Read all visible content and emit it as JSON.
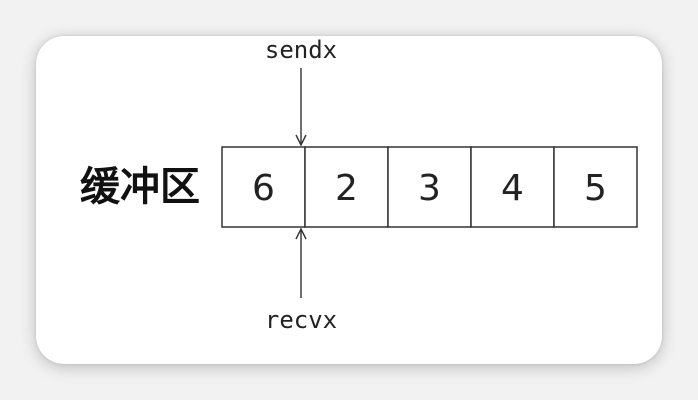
{
  "diagram": {
    "buffer_label": "缓冲区",
    "cells": [
      "6",
      "2",
      "3",
      "4",
      "5"
    ],
    "send_pointer": {
      "label": "sendx",
      "index": 1
    },
    "recv_pointer": {
      "label": "recvx",
      "index": 1
    }
  },
  "colors": {
    "page": "#f2f2f2",
    "card": "#ffffff",
    "stroke": "#333333",
    "text": "#222222"
  }
}
